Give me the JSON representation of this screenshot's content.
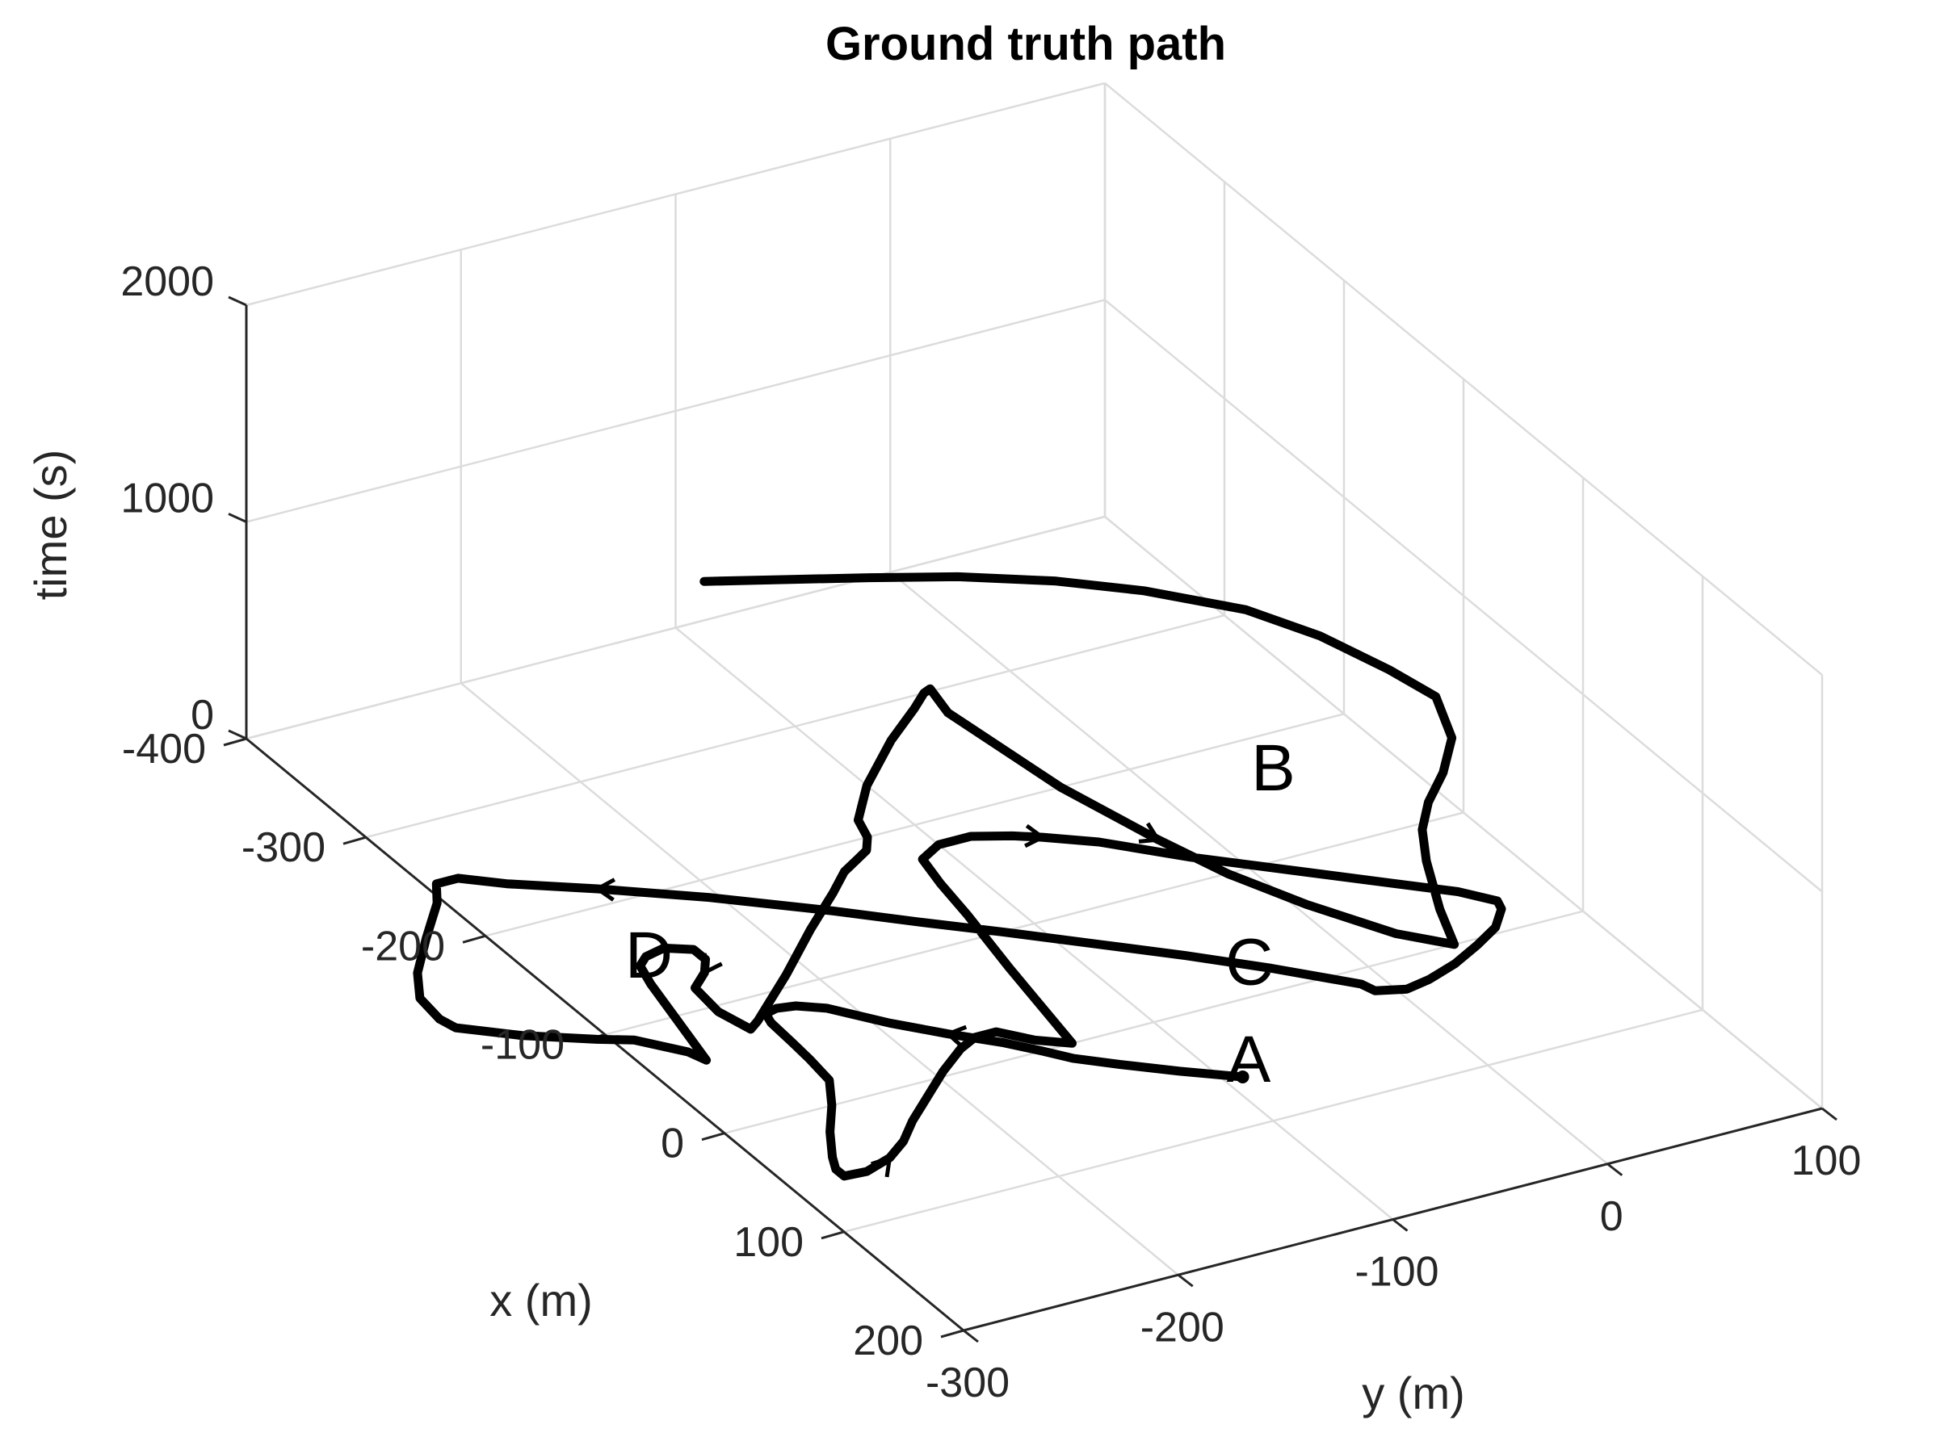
{
  "chart_data": {
    "type": "line3d",
    "title": "Ground truth path",
    "xlabel": "x (m)",
    "ylabel": "y (m)",
    "zlabel": "time (s)",
    "xlim": [
      -400,
      200
    ],
    "ylim": [
      -300,
      100
    ],
    "zlim": [
      0,
      2000
    ],
    "xticks": [
      "-400",
      "-300",
      "-200",
      "-100",
      "0",
      "100",
      "200"
    ],
    "yticks": [
      "-300",
      "-200",
      "-100",
      "0",
      "100"
    ],
    "zticks": [
      "0",
      "1000",
      "2000"
    ],
    "grid": true,
    "line_color": "#000000",
    "point_labels": [
      {
        "text": "A",
        "x": 65,
        "y": -92,
        "t": 0
      },
      {
        "text": "B",
        "x": -155,
        "y": 42,
        "t": 0
      },
      {
        "text": "C",
        "x": -10,
        "y": -50,
        "t": 0
      },
      {
        "text": "D",
        "x": -135,
        "y": -260,
        "t": 0
      }
    ],
    "path_xyt": [
      [
        60,
        -92,
        0
      ],
      [
        43,
        -112,
        0
      ],
      [
        26,
        -130,
        0
      ],
      [
        12,
        -144,
        0
      ],
      [
        0,
        -152,
        0
      ],
      [
        -14,
        -162,
        0
      ],
      [
        -32,
        -178,
        0
      ],
      [
        -52,
        -194,
        0
      ],
      [
        -76,
        -210,
        0
      ],
      [
        -84,
        -220,
        0
      ],
      [
        -86,
        -228,
        0
      ],
      [
        -84,
        -234,
        0
      ],
      [
        -76,
        -236,
        0
      ],
      [
        -56,
        -237,
        0
      ],
      [
        -40,
        -238,
        0
      ],
      [
        -20,
        -240,
        0
      ],
      [
        0,
        -250,
        0
      ],
      [
        20,
        -262,
        0
      ],
      [
        40,
        -272,
        0
      ],
      [
        50,
        -276,
        0
      ],
      [
        57,
        -276,
        0
      ],
      [
        58,
        -266,
        0
      ],
      [
        52,
        -252,
        0
      ],
      [
        42,
        -240,
        0
      ],
      [
        28,
        -228,
        0
      ],
      [
        18,
        -218,
        0
      ],
      [
        8,
        -208,
        0
      ],
      [
        -4,
        -196,
        0
      ],
      [
        -18,
        -180,
        0
      ],
      [
        -24,
        -170,
        0
      ],
      [
        -24,
        -160,
        0
      ],
      [
        -10,
        -150,
        0
      ],
      [
        0,
        -138,
        0
      ],
      [
        -70,
        -128,
        0
      ],
      [
        -120,
        -120,
        0
      ],
      [
        -150,
        -116,
        0
      ],
      [
        -172,
        -112,
        0
      ],
      [
        -180,
        -100,
        0
      ],
      [
        -180,
        -85,
        0
      ],
      [
        -172,
        -70,
        0
      ],
      [
        -165,
        -60,
        0
      ],
      [
        -150,
        -42,
        0
      ],
      [
        -120,
        -16,
        0
      ],
      [
        -86,
        18,
        0
      ],
      [
        -60,
        44,
        0
      ],
      [
        -40,
        64,
        0
      ],
      [
        -25,
        74,
        0
      ],
      [
        -18,
        72,
        0
      ],
      [
        -5,
        62,
        0
      ],
      [
        5,
        48,
        0
      ],
      [
        15,
        32,
        0
      ],
      [
        22,
        16,
        0
      ],
      [
        25,
        4,
        0
      ],
      [
        20,
        -8,
        0
      ],
      [
        12,
        -10,
        0
      ],
      [
        -18,
        -35,
        0
      ],
      [
        -45,
        -60,
        0
      ],
      [
        -70,
        -85,
        0
      ],
      [
        -100,
        -115,
        0
      ],
      [
        -124,
        -140,
        0
      ],
      [
        -150,
        -166,
        0
      ],
      [
        -185,
        -204,
        0
      ],
      [
        -214,
        -240,
        0
      ],
      [
        -236,
        -270,
        0
      ],
      [
        -250,
        -285,
        0
      ],
      [
        -250,
        -295,
        0
      ],
      [
        -235,
        -303,
        0
      ],
      [
        -210,
        -322,
        0
      ],
      [
        -185,
        -340,
        0
      ],
      [
        -165,
        -350,
        0
      ],
      [
        -145,
        -352,
        0
      ],
      [
        -135,
        -350,
        0
      ],
      [
        -116,
        -330,
        0
      ],
      [
        -98,
        -305,
        0
      ],
      [
        -90,
        -292,
        0
      ],
      [
        -80,
        -285,
        0
      ],
      [
        -70,
        -278,
        0
      ],
      [
        -60,
        -275,
        0
      ],
      [
        -130,
        -262,
        0
      ],
      [
        -146,
        -258,
        0
      ],
      [
        -152,
        -252,
        0
      ],
      [
        -155,
        -242,
        0
      ],
      [
        -148,
        -232,
        0
      ],
      [
        -138,
        -232,
        0
      ],
      [
        -128,
        -238,
        0
      ],
      [
        -118,
        -248,
        0
      ],
      [
        -95,
        -250,
        0
      ],
      [
        -75,
        -246,
        0
      ],
      [
        -80,
        -240,
        0
      ],
      [
        -110,
        -210,
        0
      ],
      [
        -140,
        -182,
        0
      ],
      [
        -164,
        -158,
        0
      ],
      [
        -178,
        -145,
        0
      ],
      [
        -185,
        -135,
        0
      ],
      [
        -190,
        -128,
        0
      ],
      [
        -200,
        -122,
        0
      ],
      [
        -215,
        -118,
        0
      ],
      [
        -240,
        -100,
        0
      ],
      [
        -270,
        -72,
        0
      ],
      [
        -290,
        -50,
        0
      ],
      [
        -300,
        -40,
        0
      ],
      [
        -302,
        -36,
        0
      ],
      [
        -280,
        -40,
        0
      ],
      [
        -200,
        -32,
        0
      ],
      [
        -140,
        -20,
        0
      ],
      [
        -100,
        -10,
        0
      ],
      [
        -60,
        5,
        0
      ],
      [
        -20,
        24,
        0
      ],
      [
        0,
        40,
        0
      ],
      [
        -30,
        50,
        0
      ],
      [
        -70,
        66,
        0
      ],
      [
        -95,
        78,
        0
      ],
      [
        -115,
        92,
        0
      ],
      [
        -135,
        110,
        0
      ],
      [
        -160,
        128,
        0
      ],
      [
        -195,
        140,
        0
      ],
      [
        -225,
        135,
        0
      ],
      [
        -265,
        125,
        0
      ],
      [
        -300,
        110,
        0
      ],
      [
        -335,
        82,
        0
      ],
      [
        -360,
        55,
        0
      ],
      [
        -383,
        22,
        0
      ],
      [
        -400,
        -10,
        0
      ],
      [
        -415,
        -40,
        0
      ],
      [
        -430,
        -70,
        0
      ]
    ]
  }
}
